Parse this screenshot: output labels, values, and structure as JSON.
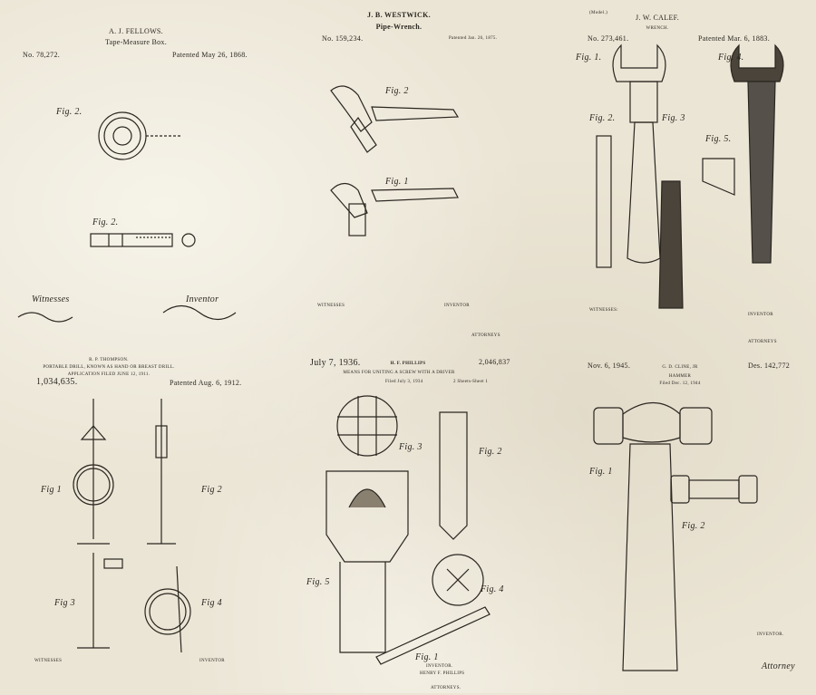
{
  "patents": [
    {
      "inventor": "A. J. FELLOWS.",
      "title": "Tape-Measure Box.",
      "number": "No. 78,272.",
      "date": "Patented May 26, 1868.",
      "figures": [
        "Fig. 2.",
        "Fig. 2."
      ],
      "labels": {
        "witnesses": "Witnesses",
        "inventor": "Inventor"
      }
    },
    {
      "inventor": "J. B. WESTWICK.",
      "title": "Pipe-Wrench.",
      "number": "No. 159,234.",
      "date": "Patented Jan. 26, 1875.",
      "figures": [
        "Fig. 2",
        "Fig. 1"
      ],
      "labels": {
        "witnesses": "WITNESSES",
        "inventor": "INVENTOR",
        "attorneys": "ATTORNEYS"
      }
    },
    {
      "model": "(Model.)",
      "inventor": "J. W. CALEF.",
      "title": "WRENCH.",
      "number": "No. 273,461.",
      "date": "Patented Mar. 6, 1883.",
      "figures": [
        "Fig. 1.",
        "Fig. 4.",
        "Fig. 2.",
        "Fig. 3",
        "Fig. 5."
      ],
      "labels": {
        "witnesses": "WITNESSES:",
        "inventor": "INVENTOR",
        "attorneys": "ATTORNEYS"
      }
    },
    {
      "inventor": "R. P. THOMPSON.",
      "title": "PORTABLE DRILL, KNOWN AS HAND OR BREAST DRILL.",
      "application": "APPLICATION FILED JUNE 12, 1911.",
      "number": "1,034,635.",
      "date": "Patented Aug. 6, 1912.",
      "figures": [
        "Fig 1",
        "Fig 2",
        "Fig 3",
        "Fig 4"
      ],
      "labels": {
        "witnesses": "WITNESSES",
        "inventor": "INVENTOR"
      }
    },
    {
      "date": "July 7, 1936.",
      "inventor": "H. F. PHILLIPS",
      "number": "2,046,837",
      "title": "MEANS FOR UNITING A SCREW WITH A DRIVER",
      "filed": "Filed July 3, 1934",
      "sheets": "2 Sheets-Sheet 1",
      "figures": [
        "Fig. 3",
        "Fig. 2",
        "Fig. 5",
        "Fig. 4",
        "Fig. 1"
      ],
      "labels": {
        "inventor": "INVENTOR.",
        "inventor_name": "HENRY F. PHILLIPS",
        "attorneys": "ATTORNEYS."
      }
    },
    {
      "date": "Nov. 6, 1945.",
      "inventor": "G. D. CLINE, JR",
      "number": "Des. 142,772",
      "title": "HAMMER",
      "filed": "Filed Dec. 12, 1944",
      "figures": [
        "Fig. 1",
        "Fig. 2"
      ],
      "labels": {
        "inventor": "INVENTOR.",
        "attorney": "Attorney"
      }
    }
  ],
  "colors": {
    "paper": "#ebe5d5",
    "ink": "#2a2620"
  }
}
